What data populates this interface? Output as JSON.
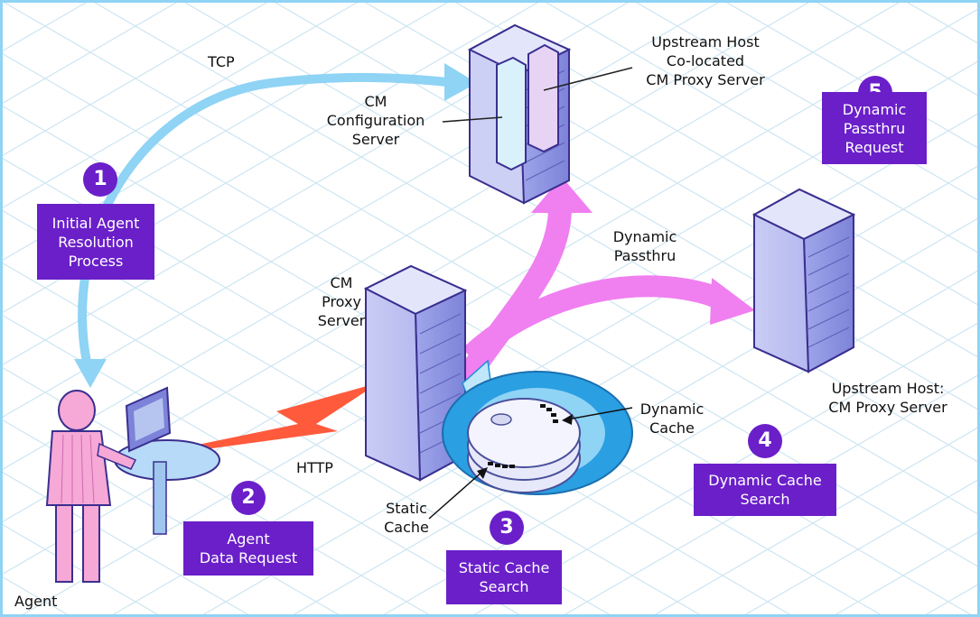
{
  "colors": {
    "purple_accent": "#6a1fc9",
    "tcp_arrow": "#8fd3f5",
    "passthru_arrow": "#f07ff0",
    "http_bolt": "#ff5a3c",
    "grid": "#cfe6f2",
    "frame": "#8fd3f5"
  },
  "labels": {
    "tcp": "TCP",
    "http": "HTTP",
    "agent": "Agent",
    "config_server": [
      "CM",
      "Configuration",
      "Server"
    ],
    "upstream_colocated": [
      "Upstream Host",
      "Co-located",
      "CM Proxy Server"
    ],
    "proxy_server": [
      "CM",
      "Proxy",
      "Server"
    ],
    "dynamic_passthru": [
      "Dynamic",
      "Passthru"
    ],
    "upstream_proxy": [
      "Upstream Host:",
      "CM Proxy Server"
    ],
    "dynamic_cache": [
      "Dynamic",
      "Cache"
    ],
    "static_cache": [
      "Static",
      "Cache"
    ]
  },
  "steps": [
    {
      "number": "1",
      "lines": [
        "Initial Agent",
        "Resolution",
        "Process"
      ]
    },
    {
      "number": "2",
      "lines": [
        "Agent",
        "Data Request"
      ]
    },
    {
      "number": "3",
      "lines": [
        "Static Cache",
        "Search"
      ]
    },
    {
      "number": "4",
      "lines": [
        "Dynamic Cache",
        "Search"
      ]
    },
    {
      "number": "5",
      "lines": [
        "Dynamic",
        "Passthru",
        "Request"
      ]
    }
  ]
}
